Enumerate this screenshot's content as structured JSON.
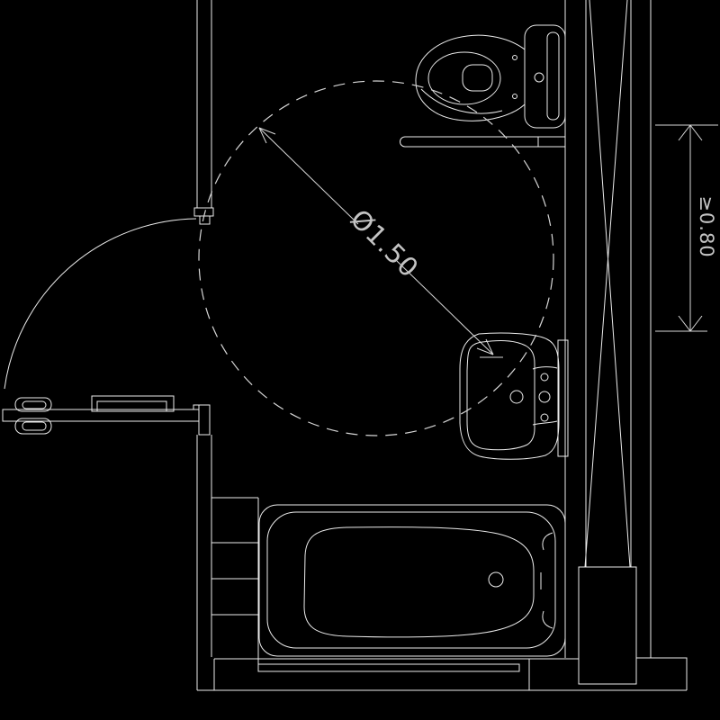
{
  "page": {
    "background": "#000000"
  },
  "drawing": {
    "type": "cad-floor-plan",
    "line_color": "#ececec",
    "dash_color": "#d6d6d6",
    "text_color": "#c4c4c4",
    "labels": {
      "turning_circle": "Ø1.50",
      "wall_clearance": "≥0.80"
    },
    "symbols": [
      {
        "name": "toilet-with-cistern-symbol"
      },
      {
        "name": "toilet-grab-bar-symbol"
      },
      {
        "name": "washbasin-symbol"
      },
      {
        "name": "bathtub-symbol"
      },
      {
        "name": "door-with-swing-arc-symbol"
      },
      {
        "name": "turning-circle-dimension"
      },
      {
        "name": "clearance-dimension"
      },
      {
        "name": "hatched-shaft-wall"
      }
    ]
  }
}
